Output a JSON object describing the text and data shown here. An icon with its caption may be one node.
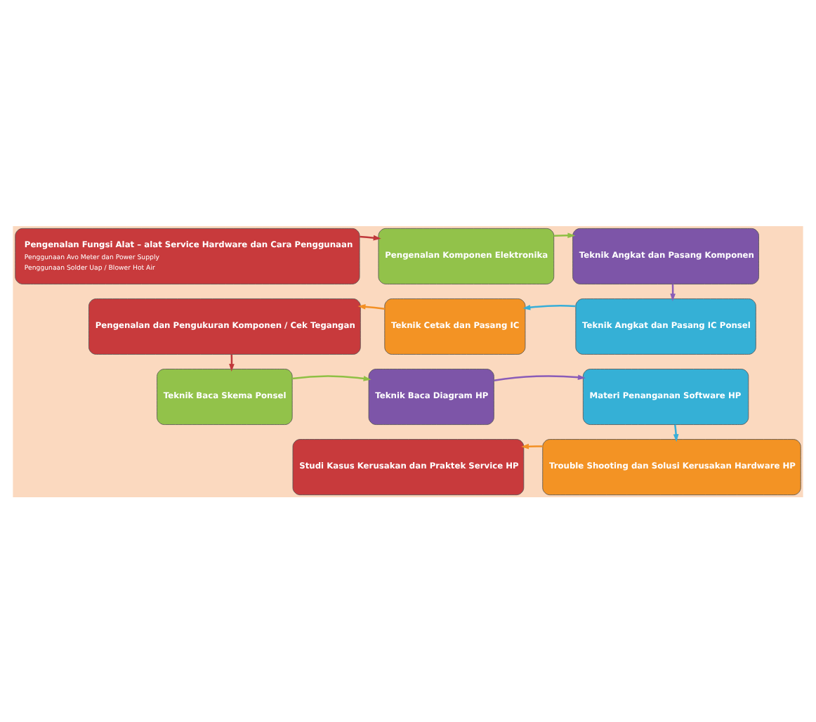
{
  "diagram": {
    "nodes": [
      {
        "text": [
          "Pengenalan Fungsi Alat – alat Service Hardware dan Cara Penggunaan",
          "Penggunaan Avo Meter dan Power Supply",
          "Penggunaan Solder Uap / Blower Hot Air"
        ]
      },
      {
        "text": [
          "Pengenalan Komponen Elektronika"
        ]
      },
      {
        "text": [
          "Teknik Angkat dan Pasang Komponen"
        ]
      },
      {
        "text": [
          "Teknik Angkat dan Pasang IC Ponsel"
        ]
      },
      {
        "text": [
          "Teknik Cetak dan Pasang IC"
        ]
      },
      {
        "text": [
          "Pengenalan dan Pengukuran Komponen / Cek Tegangan"
        ]
      },
      {
        "text": [
          "Teknik Baca Skema Ponsel"
        ]
      },
      {
        "text": [
          "Teknik Baca Diagram HP"
        ]
      },
      {
        "text": [
          "Materi Penanganan Software HP"
        ]
      },
      {
        "text": [
          "Trouble Shooting dan Solusi Kerusakan Hardware HP"
        ]
      },
      {
        "text": [
          "Studi Kasus Kerusakan dan Praktek Service HP"
        ]
      }
    ],
    "edges": [
      {
        "from": 0,
        "to": 1,
        "arrow": "to",
        "color": "#c0393b"
      },
      {
        "from": 1,
        "to": 2,
        "arrow": "to",
        "color": "#8fc044"
      },
      {
        "from": 2,
        "to": 3,
        "arrow": "to",
        "color": "#8a5cb8"
      },
      {
        "from": 3,
        "to": 4,
        "arrow": "to",
        "color": "#37aed8"
      },
      {
        "from": 4,
        "to": 5,
        "arrow": "to",
        "color": "#f39024"
      },
      {
        "from": 5,
        "to": 6,
        "arrow": "to",
        "color": "#c0393b"
      },
      {
        "from": 6,
        "to": 7,
        "arrow": "to",
        "color": "#8fc044"
      },
      {
        "from": 7,
        "to": 8,
        "arrow": "to",
        "color": "#8a5cb8"
      },
      {
        "from": 8,
        "to": 9,
        "arrow": "to",
        "color": "#37aed8"
      },
      {
        "from": 9,
        "to": 10,
        "arrow": "to",
        "color": "#f39024"
      }
    ]
  }
}
